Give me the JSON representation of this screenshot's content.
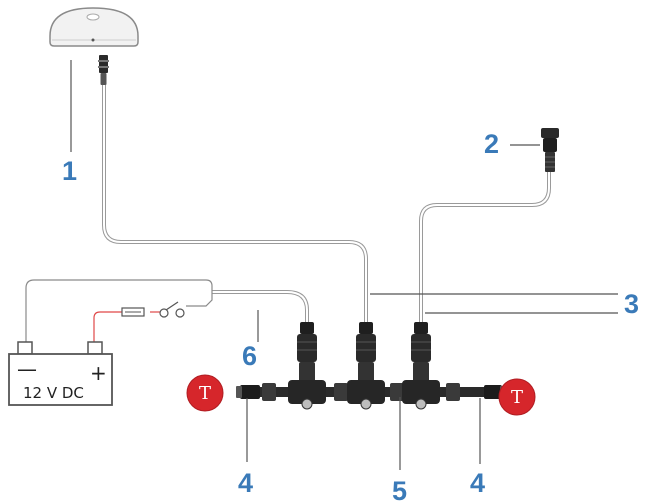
{
  "callouts": {
    "gps_antenna": "1",
    "device_connector": "2",
    "drop_cables": "3",
    "terminator_left": "4",
    "backbone": "5",
    "power_cable": "6",
    "terminator_right": "4"
  },
  "battery": {
    "label": "12 V DC",
    "minus": "—",
    "plus": "+"
  },
  "terminators": {
    "letter_left": "T",
    "letter_right": "T"
  },
  "colors": {
    "terminator_red": "#d6262b",
    "callout_blue": "#3a7ab8",
    "fuse_wire_red": "#e04848",
    "cable_gray": "#9a9a9a",
    "connector_dark": "#2a2a2a"
  }
}
